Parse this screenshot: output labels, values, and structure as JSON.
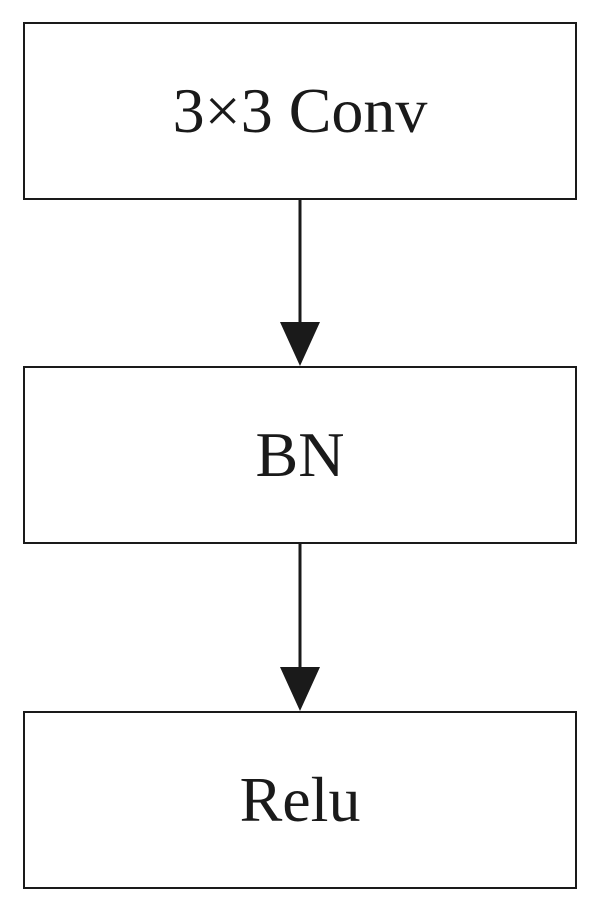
{
  "diagram": {
    "type": "flowchart",
    "direction": "top-to-bottom",
    "line_color": "#1a1a1a",
    "background": "#ffffff",
    "nodes": [
      {
        "id": "conv",
        "label": "3×3 Conv"
      },
      {
        "id": "bn",
        "label": "BN"
      },
      {
        "id": "relu",
        "label": "Relu"
      }
    ],
    "edges": [
      {
        "from": "conv",
        "to": "bn"
      },
      {
        "from": "bn",
        "to": "relu"
      }
    ]
  }
}
